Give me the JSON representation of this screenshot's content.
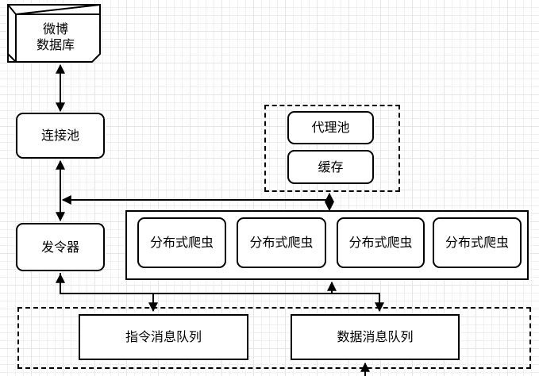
{
  "nodes": {
    "weibo_db": "微博\n数据库",
    "connection_pool": "连接池",
    "dispatcher": "发令器",
    "proxy_pool": "代理池",
    "cache": "缓存",
    "crawlers": [
      "分布式爬虫",
      "分布式爬虫",
      "分布式爬虫",
      "分布式爬虫"
    ],
    "command_queue": "指令消息队列",
    "data_queue": "数据消息队列"
  }
}
